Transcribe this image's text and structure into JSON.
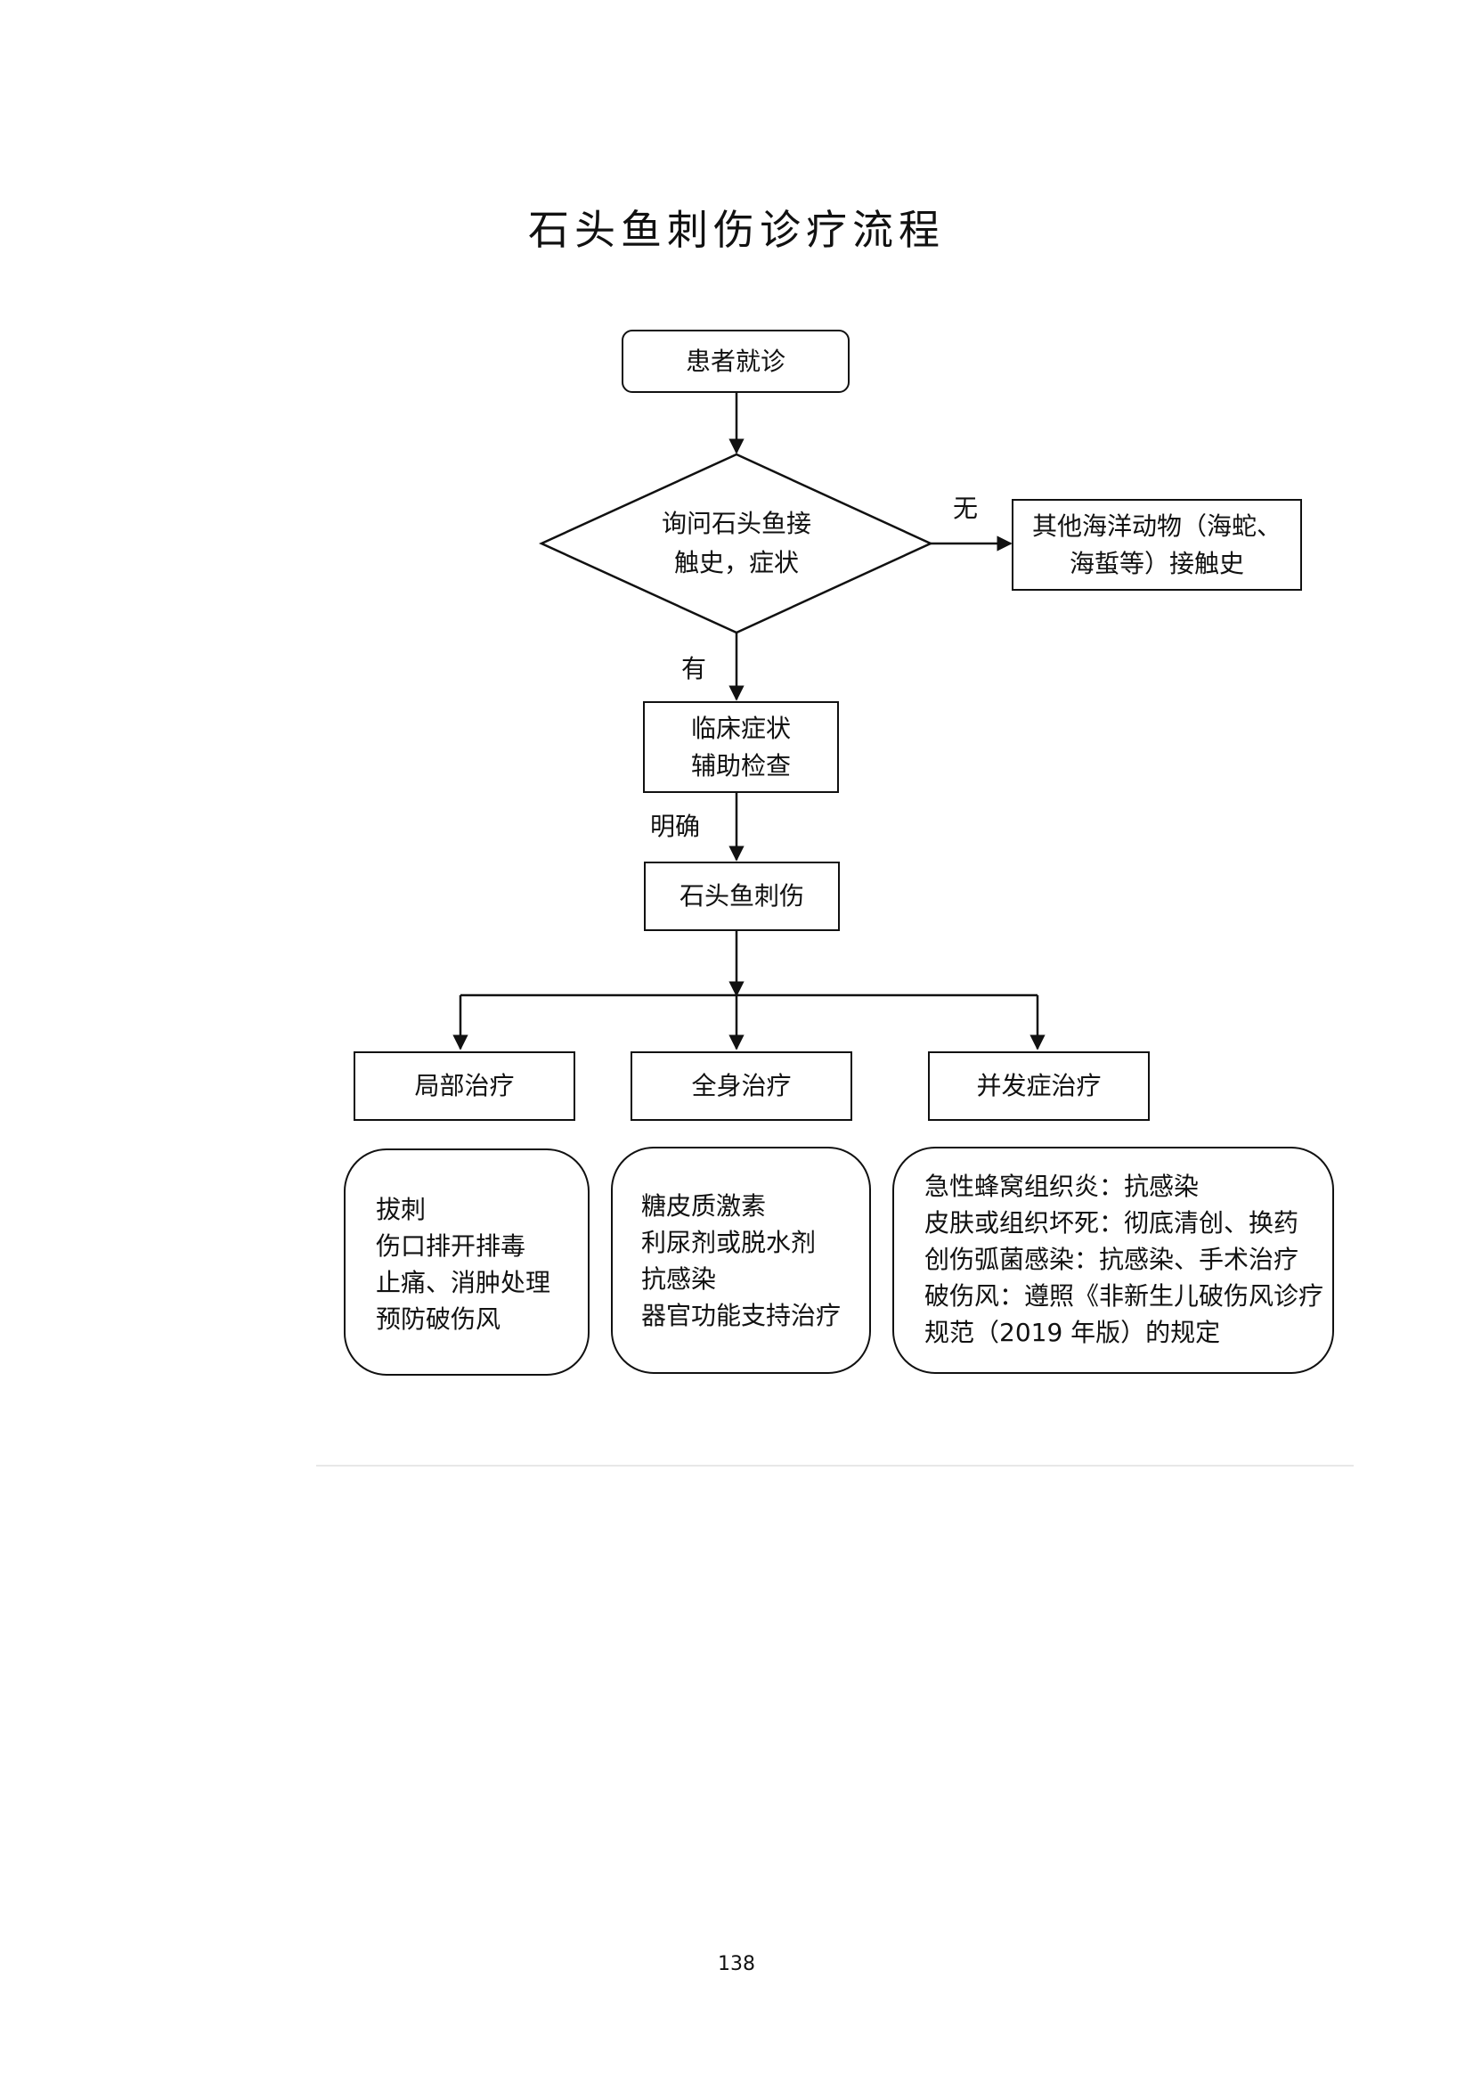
{
  "title": "石头鱼刺伤诊疗流程",
  "nodes": {
    "start": "患者就诊",
    "decision": [
      "询问石头鱼接",
      "触史，症状"
    ],
    "other": [
      "其他海洋动物（海蛇、",
      "海蜇等）接触史"
    ],
    "clinical": [
      "临床症状",
      "辅助检查"
    ],
    "diagnosis": "石头鱼刺伤",
    "local": "局部治疗",
    "systemic": "全身治疗",
    "complication": "并发症治疗"
  },
  "edge_labels": {
    "no": "无",
    "yes": "有",
    "confirmed": "明确"
  },
  "details": {
    "local": [
      "拔刺",
      "伤口排开排毒",
      "止痛、消肿处理",
      "预防破伤风"
    ],
    "systemic": [
      "糖皮质激素",
      "利尿剂或脱水剂",
      "抗感染",
      "器官功能支持治疗"
    ],
    "complication": [
      "急性蜂窝组织炎：抗感染",
      "皮肤或组织坏死：彻底清创、换药",
      "创伤弧菌感染：抗感染、手术治疗",
      "破伤风：遵照《非新生儿破伤风诊疗",
      "规范（2019 年版）的规定"
    ]
  },
  "page_number": "138"
}
